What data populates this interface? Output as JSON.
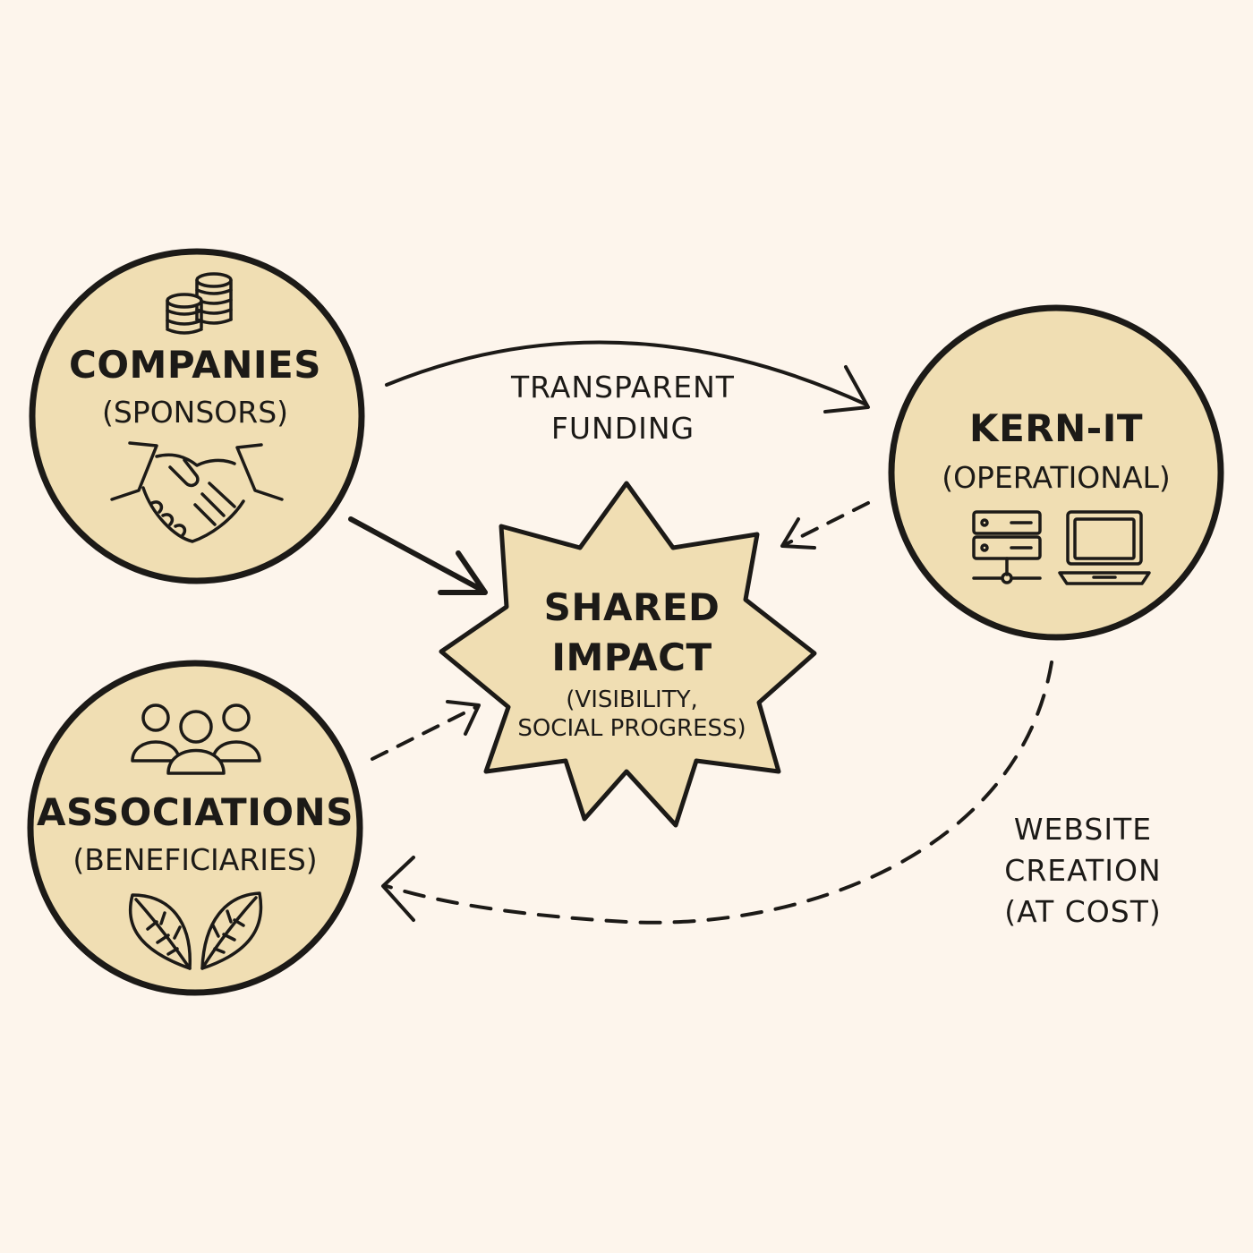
{
  "colors": {
    "background": "#fdf5ec",
    "node_fill": "#f0deb3",
    "ink": "#1c1a17"
  },
  "nodes": {
    "companies": {
      "title": "COMPANIES",
      "subtitle": "(SPONSORS)",
      "icons": [
        "coins-stack-icon",
        "handshake-icon"
      ]
    },
    "kernit": {
      "title": "KERN-IT",
      "subtitle": "(OPERATIONAL)",
      "icons": [
        "server-icon",
        "laptop-icon"
      ]
    },
    "associations": {
      "title": "ASSOCIATIONS",
      "subtitle": "(BENEFICIARIES)",
      "icons": [
        "people-group-icon",
        "leaves-icon"
      ]
    },
    "impact": {
      "title_line1": "SHARED",
      "title_line2": "IMPACT",
      "sub_line1": "(VISIBILITY,",
      "sub_line2": "SOCIAL PROGRESS)"
    }
  },
  "edges": {
    "funding": {
      "line1": "TRANSPARENT",
      "line2": "FUNDING",
      "style": "solid"
    },
    "website": {
      "line1": "WEBSITE",
      "line2": "CREATION",
      "line3": "(AT COST)",
      "style": "dashed"
    }
  }
}
